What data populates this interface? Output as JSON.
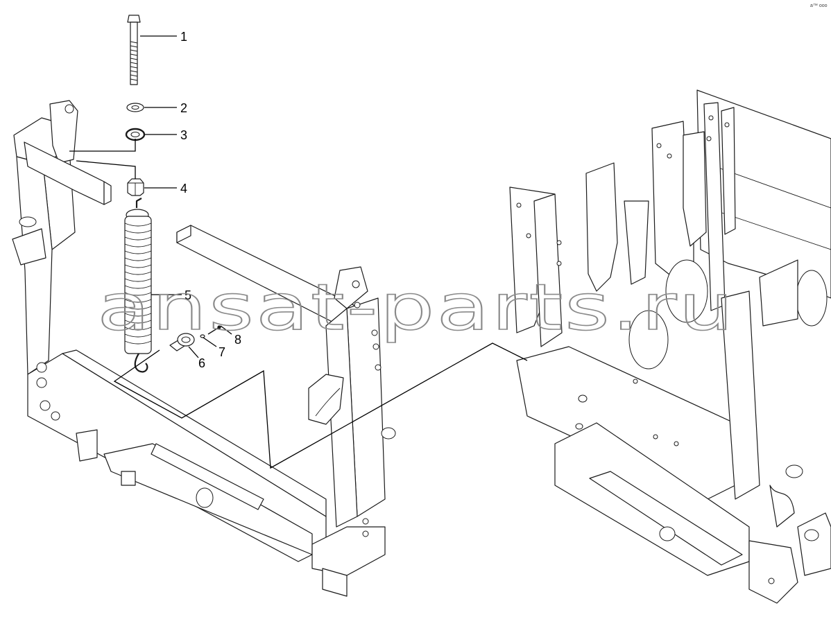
{
  "diagram": {
    "watermark": "ansat-parts.ru",
    "corner_mark": "a™ ooo",
    "callouts": [
      {
        "id": "1",
        "part": "bolt"
      },
      {
        "id": "2",
        "part": "washer"
      },
      {
        "id": "3",
        "part": "spring-washer"
      },
      {
        "id": "4",
        "part": "nut"
      },
      {
        "id": "5",
        "part": "tension-spring"
      },
      {
        "id": "6",
        "part": "bushing"
      },
      {
        "id": "7",
        "part": "washer-small"
      },
      {
        "id": "8",
        "part": "pin"
      }
    ]
  }
}
